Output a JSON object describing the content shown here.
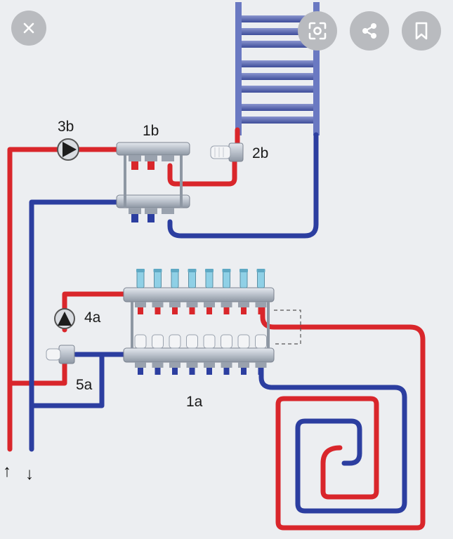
{
  "labels": {
    "pump_3b": "3b",
    "manifold_1b": "1b",
    "valve_2b": "2b",
    "pump_4a": "4a",
    "valve_5a": "5a",
    "manifold_1a": "1a"
  },
  "arrows": {
    "supply": "↑",
    "return": "↓"
  },
  "icons": {
    "close": "close-icon",
    "lens": "lens-icon",
    "share": "share-icon",
    "bookmark": "bookmark-icon"
  },
  "colors": {
    "hot": "#d9262b",
    "cold": "#2c3ea0",
    "metal": "#c3c9d2",
    "radiator": "#5c6cb8",
    "background": "#eceef1",
    "button": "#b9bbbf"
  }
}
